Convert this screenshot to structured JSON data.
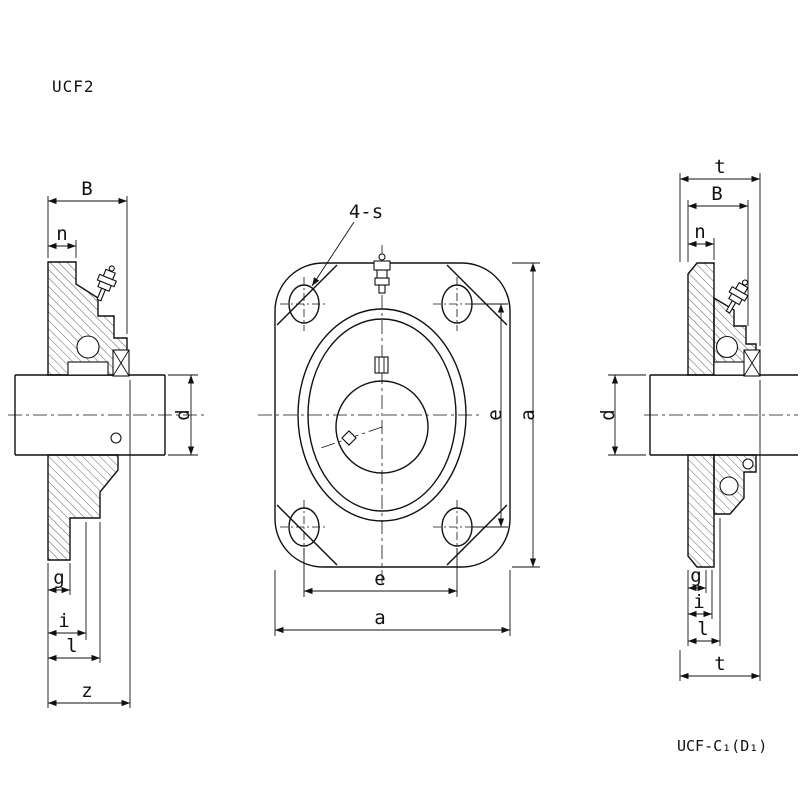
{
  "title": "UCF2",
  "designation": "UCF-C₁(D₁)",
  "colors": {
    "ink": "#111111",
    "background": "#ffffff"
  },
  "left_view": {
    "dim_B": "B",
    "dim_n": "n",
    "dim_d": "d",
    "dim_g": "g",
    "dim_i": "i",
    "dim_l": "l",
    "dim_z": "z"
  },
  "front_view": {
    "bolt_holes_label": "4-s",
    "dim_e_right": "e",
    "dim_a_right": "a",
    "dim_e_bottom": "e",
    "dim_a_bottom": "a"
  },
  "right_view": {
    "dim_t_top": "t",
    "dim_B": "B",
    "dim_n": "n",
    "dim_d": "d",
    "dim_g": "g",
    "dim_i": "i",
    "dim_l": "l",
    "dim_t_bottom": "t"
  }
}
